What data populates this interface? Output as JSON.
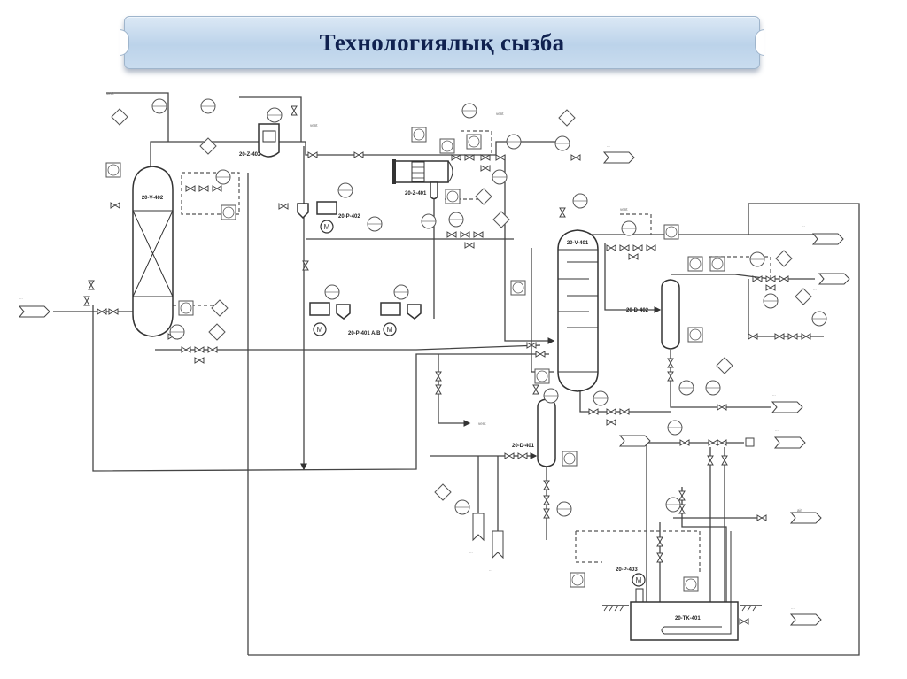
{
  "title": "Технологиялық сызба",
  "colors": {
    "title_text": "#10214f",
    "banner_top": "#dbe8f5",
    "banner_bottom": "#bcd3ea",
    "line": "#444444"
  },
  "equipment": [
    {
      "id": "v402",
      "tag": "20-V-402",
      "kind": "packed-column"
    },
    {
      "id": "z402",
      "tag": "20-Z-402",
      "kind": "filter-drum"
    },
    {
      "id": "z401",
      "tag": "20-Z-401",
      "kind": "heat-exchanger"
    },
    {
      "id": "p402",
      "tag": "20-P-402",
      "kind": "pump"
    },
    {
      "id": "p401",
      "tag": "20-P-401 A/B",
      "kind": "pump-pair"
    },
    {
      "id": "v401",
      "tag": "20-V-401",
      "kind": "tray-column"
    },
    {
      "id": "d402",
      "tag": "20-D-402",
      "kind": "vertical-drum"
    },
    {
      "id": "d401",
      "tag": "20-D-401",
      "kind": "vertical-drum"
    },
    {
      "id": "p403",
      "tag": "20-P-403",
      "kind": "sump-pump"
    },
    {
      "id": "tk401",
      "tag": "20-TK-401",
      "kind": "underground-tank"
    }
  ],
  "line_labels": {
    "vent_1": "vent",
    "vent_2": "vent",
    "vent_3": "vent",
    "vent_4": "vent",
    "vent_5": "vent",
    "air": "air",
    "feed_in": "...",
    "offgas_out": "...",
    "out_right_1": "...",
    "out_right_2": "...",
    "out_right_3": "...",
    "out_right_4": "...",
    "out_bottom_1": "...",
    "out_bottom_2": "...",
    "tk_in": "...",
    "pump_motor": "M"
  }
}
